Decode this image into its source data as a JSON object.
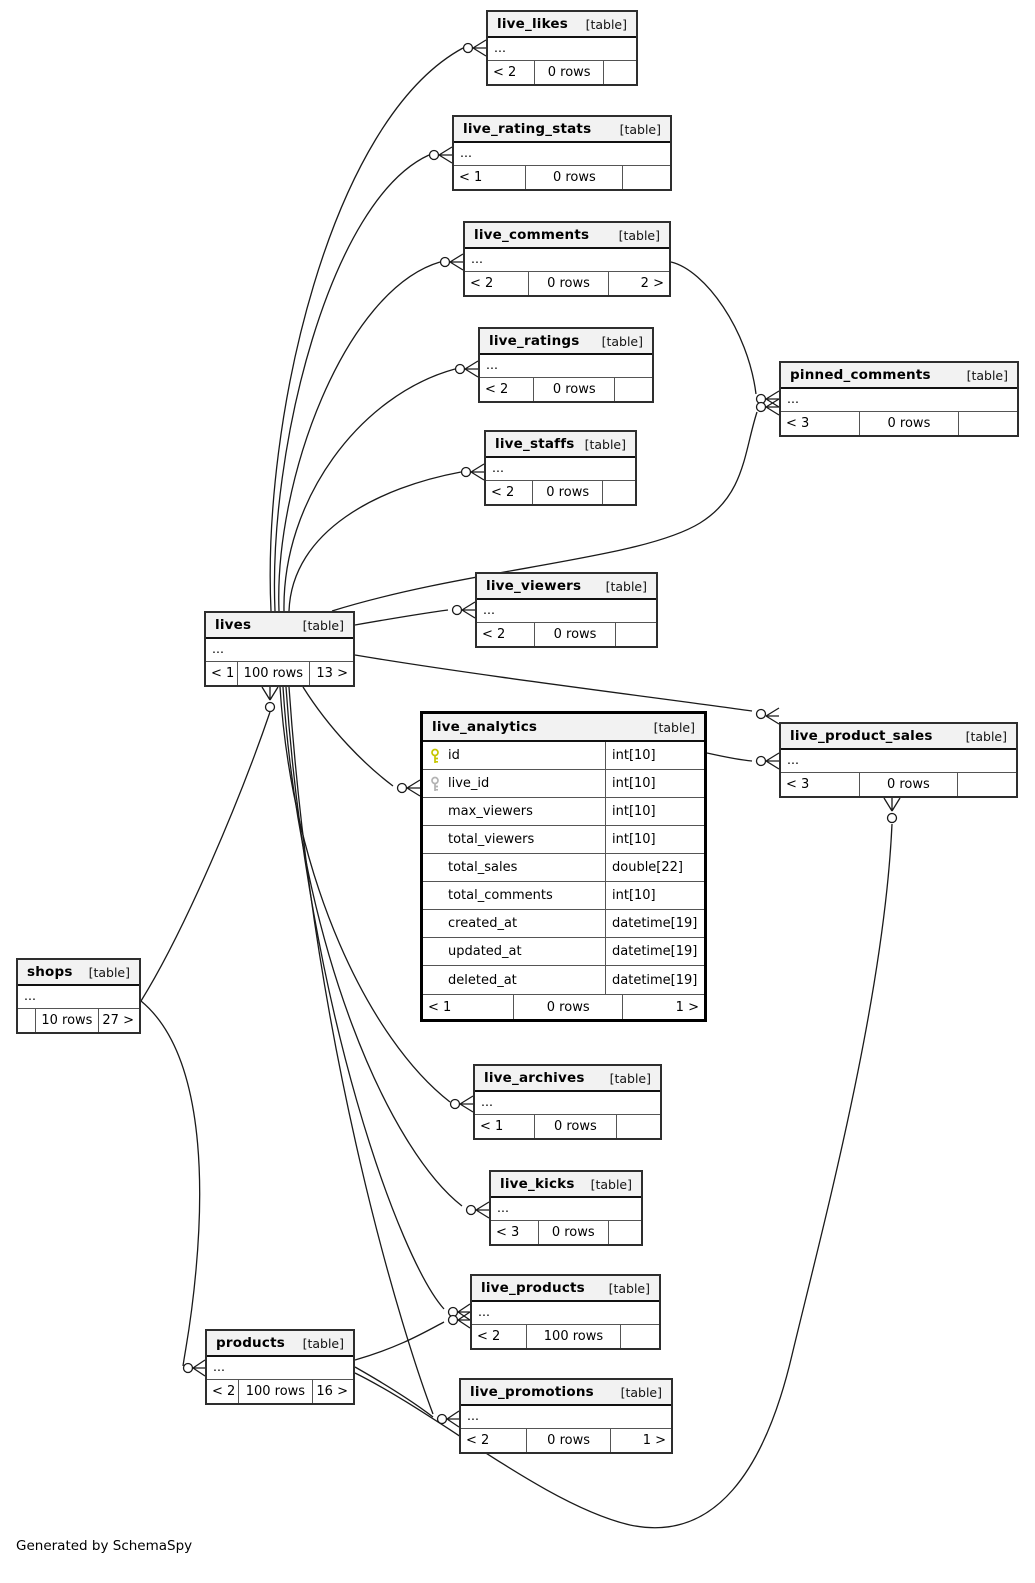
{
  "diagram": {
    "credit": "Generated by SchemaSpy",
    "collapsed_marker": "...",
    "colors": {
      "header_bg": "#f2f2f2",
      "border": "#2e2e2e",
      "focus_border": "#000000",
      "line": "#1a1a1a",
      "primary_key": "#c6c600",
      "index_key": "#b3b3b3"
    }
  },
  "tables": {
    "live_likes": {
      "name": "live_likes",
      "tag": "[table]",
      "body": "...",
      "footer": [
        "< 2",
        "0 rows",
        ""
      ]
    },
    "live_rating_stats": {
      "name": "live_rating_stats",
      "tag": "[table]",
      "body": "...",
      "footer": [
        "< 1",
        "0 rows",
        ""
      ]
    },
    "live_comments": {
      "name": "live_comments",
      "tag": "[table]",
      "body": "...",
      "footer": [
        "< 2",
        "0 rows",
        "2 >"
      ]
    },
    "live_ratings": {
      "name": "live_ratings",
      "tag": "[table]",
      "body": "...",
      "footer": [
        "< 2",
        "0 rows",
        ""
      ]
    },
    "live_staffs": {
      "name": "live_staffs",
      "tag": "[table]",
      "body": "...",
      "footer": [
        "< 2",
        "0 rows",
        ""
      ]
    },
    "pinned_comments": {
      "name": "pinned_comments",
      "tag": "[table]",
      "body": "...",
      "footer": [
        "< 3",
        "0 rows",
        ""
      ]
    },
    "live_viewers": {
      "name": "live_viewers",
      "tag": "[table]",
      "body": "...",
      "footer": [
        "< 2",
        "0 rows",
        ""
      ]
    },
    "lives": {
      "name": "lives",
      "tag": "[table]",
      "body": "...",
      "footer": [
        "< 1",
        "100 rows",
        "13 >"
      ]
    },
    "live_analytics": {
      "name": "live_analytics",
      "tag": "[table]",
      "footer": [
        "< 1",
        "0 rows",
        "1 >"
      ],
      "columns": [
        {
          "icon": "primary-key-icon",
          "name": "id",
          "type": "int[10]"
        },
        {
          "icon": "index-key-icon",
          "name": "live_id",
          "type": "int[10]"
        },
        {
          "icon": "",
          "name": "max_viewers",
          "type": "int[10]"
        },
        {
          "icon": "",
          "name": "total_viewers",
          "type": "int[10]"
        },
        {
          "icon": "",
          "name": "total_sales",
          "type": "double[22]"
        },
        {
          "icon": "",
          "name": "total_comments",
          "type": "int[10]"
        },
        {
          "icon": "",
          "name": "created_at",
          "type": "datetime[19]"
        },
        {
          "icon": "",
          "name": "updated_at",
          "type": "datetime[19]"
        },
        {
          "icon": "",
          "name": "deleted_at",
          "type": "datetime[19]"
        }
      ]
    },
    "live_product_sales": {
      "name": "live_product_sales",
      "tag": "[table]",
      "body": "...",
      "footer": [
        "< 3",
        "0 rows",
        ""
      ]
    },
    "shops": {
      "name": "shops",
      "tag": "[table]",
      "body": "...",
      "footer": [
        "",
        "10 rows",
        "27 >"
      ]
    },
    "live_archives": {
      "name": "live_archives",
      "tag": "[table]",
      "body": "...",
      "footer": [
        "< 1",
        "0 rows",
        ""
      ]
    },
    "live_kicks": {
      "name": "live_kicks",
      "tag": "[table]",
      "body": "...",
      "footer": [
        "< 3",
        "0 rows",
        ""
      ]
    },
    "live_products": {
      "name": "live_products",
      "tag": "[table]",
      "body": "...",
      "footer": [
        "< 2",
        "100 rows",
        ""
      ]
    },
    "products": {
      "name": "products",
      "tag": "[table]",
      "body": "...",
      "footer": [
        "< 2",
        "100 rows",
        "16 >"
      ]
    },
    "live_promotions": {
      "name": "live_promotions",
      "tag": "[table]",
      "body": "...",
      "footer": [
        "< 2",
        "0 rows",
        "1 >"
      ]
    }
  }
}
